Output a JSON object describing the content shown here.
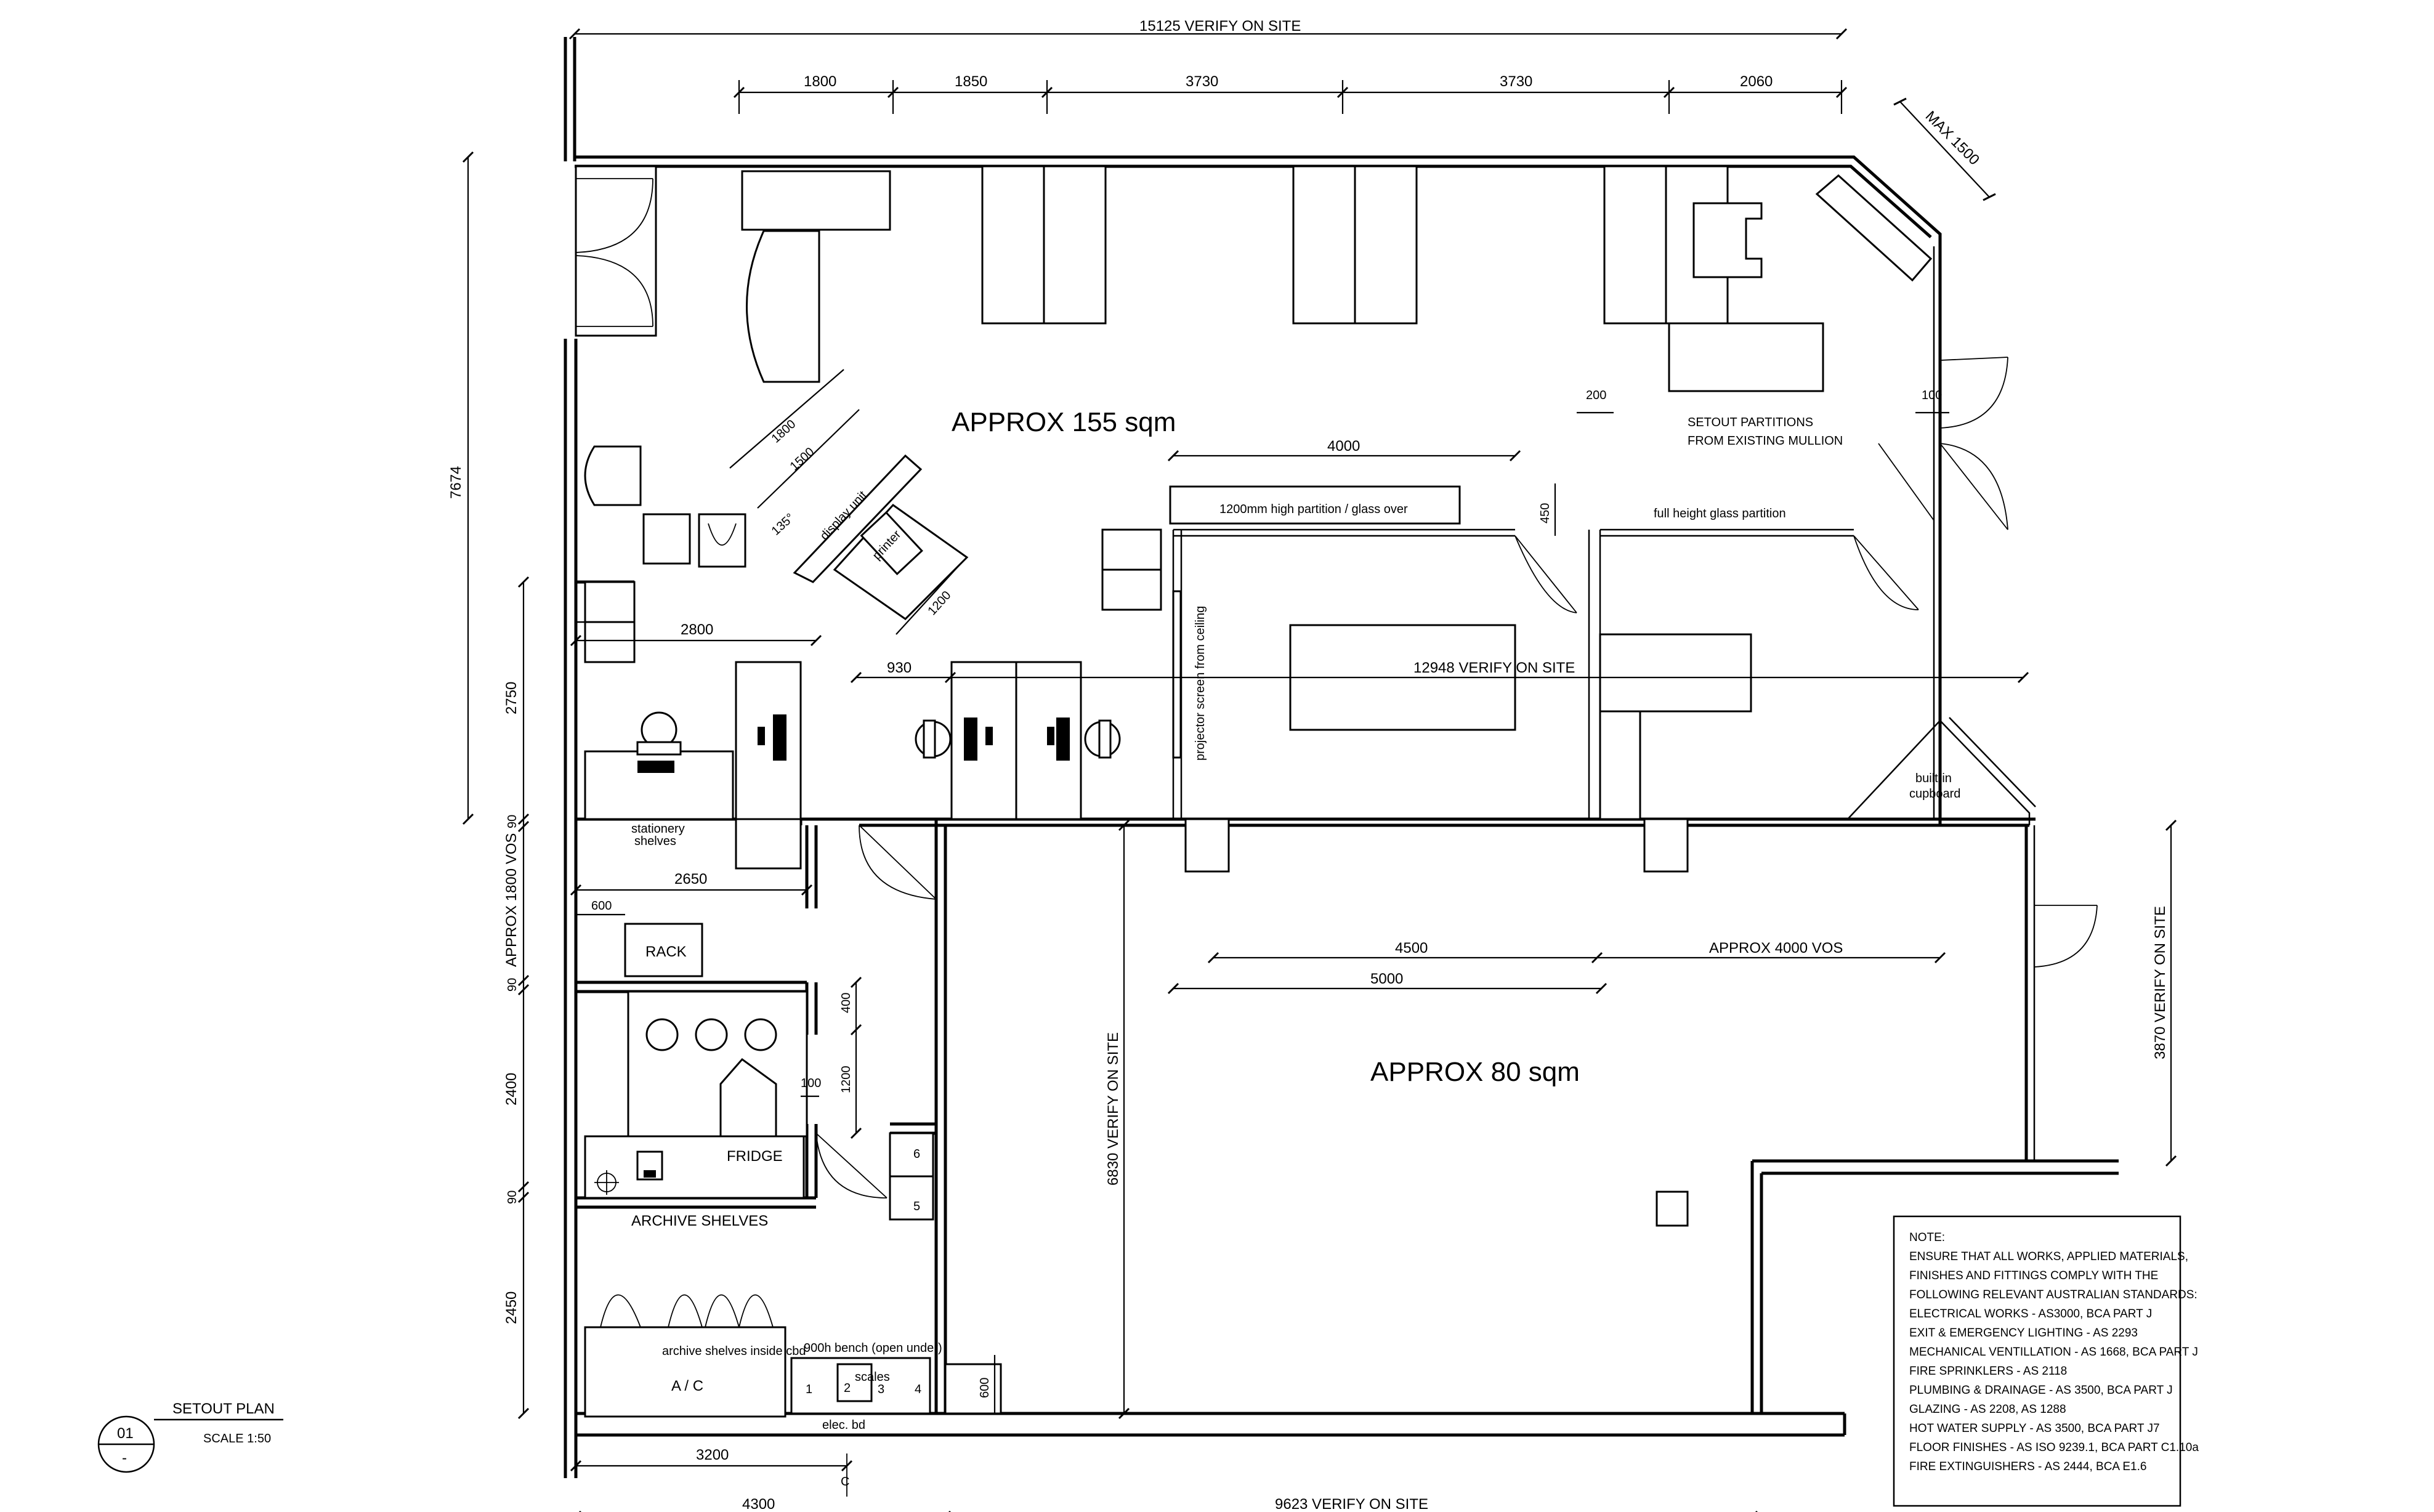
{
  "rooms": {
    "main_area": "APPROX 155 sqm",
    "lower_area": "APPROX 80 sqm"
  },
  "dimensions": {
    "overall_width": "15125 VERIFY ON SITE",
    "top_1": "1800",
    "top_2": "1850",
    "top_3": "3730",
    "top_4": "3730",
    "top_5": "2060",
    "max_1500": "MAX 1500",
    "left_overall": "7674",
    "left_2750": "2750",
    "left_90a": "90",
    "left_1800vos": "APPROX 1800 VOS",
    "left_90b": "90",
    "left_2400": "2400",
    "left_90c": "90",
    "left_2450": "2450",
    "diag_1800": "1800",
    "diag_1500": "1500",
    "angle_135": "135°",
    "diag_1200": "1200",
    "bench_2800": "2800",
    "clear_930": "930",
    "room_12948": "12948 VERIFY ON SITE",
    "partition_4000": "4000",
    "offset_200": "200",
    "offset_100": "100",
    "height_450": "450",
    "kitchen_2650": "2650",
    "rack_600": "600",
    "v_400": "400",
    "v_1200": "1200",
    "h_100": "100",
    "lower_4500": "4500",
    "lower_5000": "5000",
    "lower_4000vos": "APPROX 4000 VOS",
    "lower_6830": "6830 VERIFY ON SITE",
    "right_3870": "3870 VERIFY ON SITE",
    "small_600": "600",
    "bottom_3200": "3200",
    "bottom_4300": "4300",
    "bottom_9623": "9623 VERIFY ON SITE"
  },
  "labels": {
    "partition_glass_over": "1200mm high partition / glass over",
    "full_height_glass": "full height glass partition",
    "setout_partitions_1": "SETOUT PARTITIONS",
    "setout_partitions_2": "FROM EXISTING MULLION",
    "display_unit": "display unit",
    "printer": "printer",
    "projector_screen": "projector screen from ceiling",
    "stationery_1": "stationery",
    "stationery_2": "shelves",
    "rack": "RACK",
    "fridge": "FRIDGE",
    "archive_shelves": "ARCHIVE SHELVES",
    "archive_inside": "archive shelves inside cbd",
    "bench_900": "900h bench (open under)",
    "ac": "A / C",
    "scales": "scales",
    "elec_bd": "elec. bd",
    "builtin_1": "built-in",
    "builtin_2": "cupboard",
    "bay_1": "1",
    "bay_2": "2",
    "bay_3": "3",
    "bay_4": "4",
    "bay_5": "5",
    "bay_6": "6",
    "section_mark": "C"
  },
  "title_block": {
    "number": "01",
    "sheet": "-",
    "title": "SETOUT PLAN",
    "scale": "SCALE  1:50"
  },
  "notes": {
    "lines": [
      "NOTE:",
      "ENSURE THAT ALL WORKS, APPLIED MATERIALS,",
      "FINISHES AND FITTINGS COMPLY WITH THE",
      "FOLLOWING RELEVANT AUSTRALIAN STANDARDS:",
      "ELECTRICAL WORKS - AS3000, BCA PART J",
      "EXIT & EMERGENCY LIGHTING - AS 2293",
      "MECHANICAL VENTILLATION - AS 1668, BCA PART J",
      "FIRE SPRINKLERS - AS 2118",
      "PLUMBING & DRAINAGE - AS 3500, BCA PART J",
      "GLAZING - AS 2208, AS 1288",
      "HOT WATER SUPPLY - AS 3500, BCA PART J7",
      "FLOOR FINISHES - AS ISO 9239.1, BCA PART C1.10a",
      "FIRE EXTINGUISHERS - AS 2444, BCA E1.6"
    ]
  }
}
